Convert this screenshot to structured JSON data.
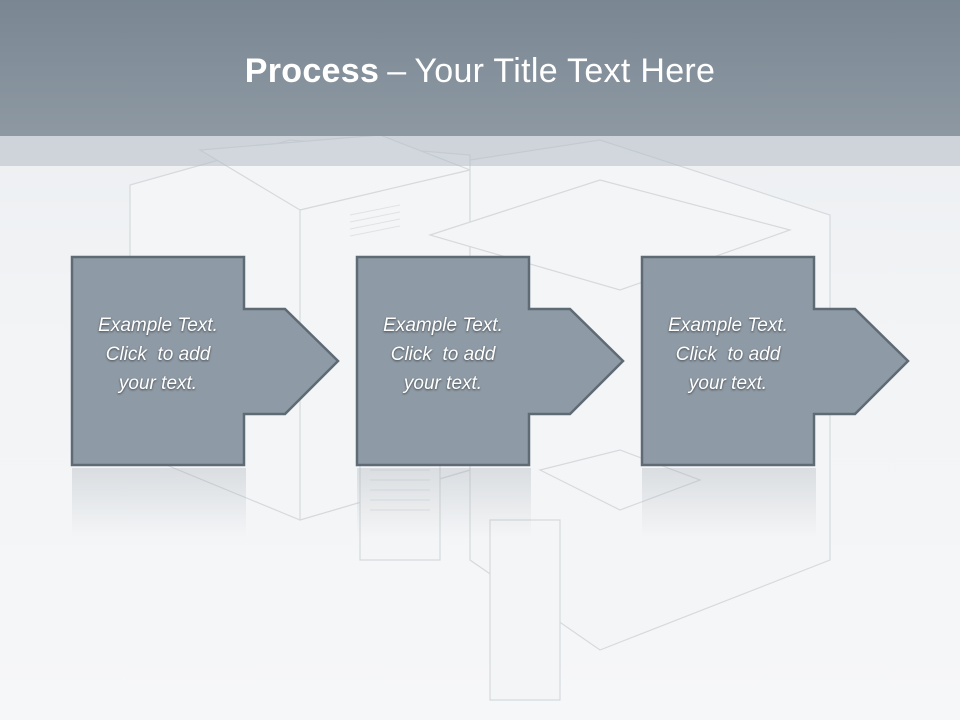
{
  "title": {
    "bold": "Process",
    "dash": "–",
    "rest": "Your Title Text Here"
  },
  "steps": [
    {
      "lines": [
        "Example Text.",
        "Click  to add",
        "your text."
      ]
    },
    {
      "lines": [
        "Example Text.",
        "Click  to add",
        "your text."
      ]
    },
    {
      "lines": [
        "Example Text.",
        "Click  to add",
        "your text."
      ]
    }
  ],
  "colors": {
    "header": "#7f8b96",
    "box_fill": "#8c98a3",
    "box_stroke": "#5f6b75"
  }
}
